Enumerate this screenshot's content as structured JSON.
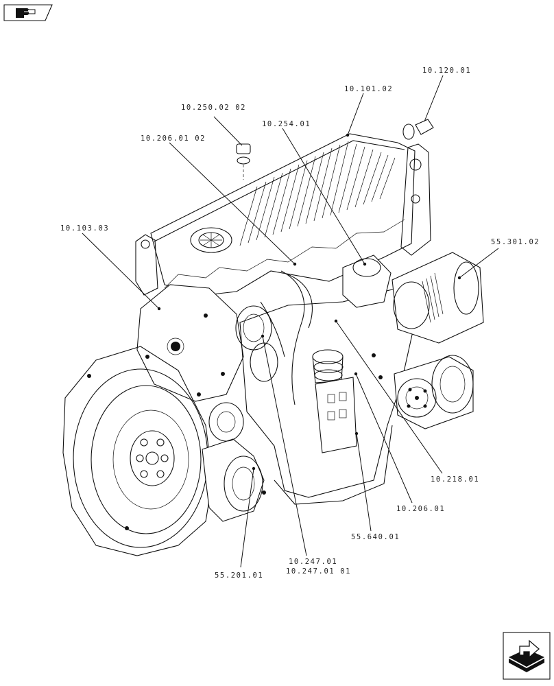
{
  "nav": {
    "back_icon": "hand-pointer-back-icon",
    "forward_icon": "page-forward-arrow-icon"
  },
  "callouts": [
    {
      "id": "c1",
      "label": "10.250.02 02"
    },
    {
      "id": "c2",
      "label": "10.254.01"
    },
    {
      "id": "c3",
      "label": "10.101.02"
    },
    {
      "id": "c4",
      "label": "10.120.01"
    },
    {
      "id": "c5",
      "label": "10.206.01 02"
    },
    {
      "id": "c6",
      "label": "10.103.03"
    },
    {
      "id": "c7",
      "label": "55.301.02"
    },
    {
      "id": "c8",
      "label": "10.218.01"
    },
    {
      "id": "c9",
      "label": "10.206.01"
    },
    {
      "id": "c10",
      "label": "55.640.01"
    },
    {
      "id": "c11",
      "label": "10.247.01"
    },
    {
      "id": "c12",
      "label": "10.247.01 01"
    },
    {
      "id": "c13",
      "label": "55.201.01"
    }
  ]
}
